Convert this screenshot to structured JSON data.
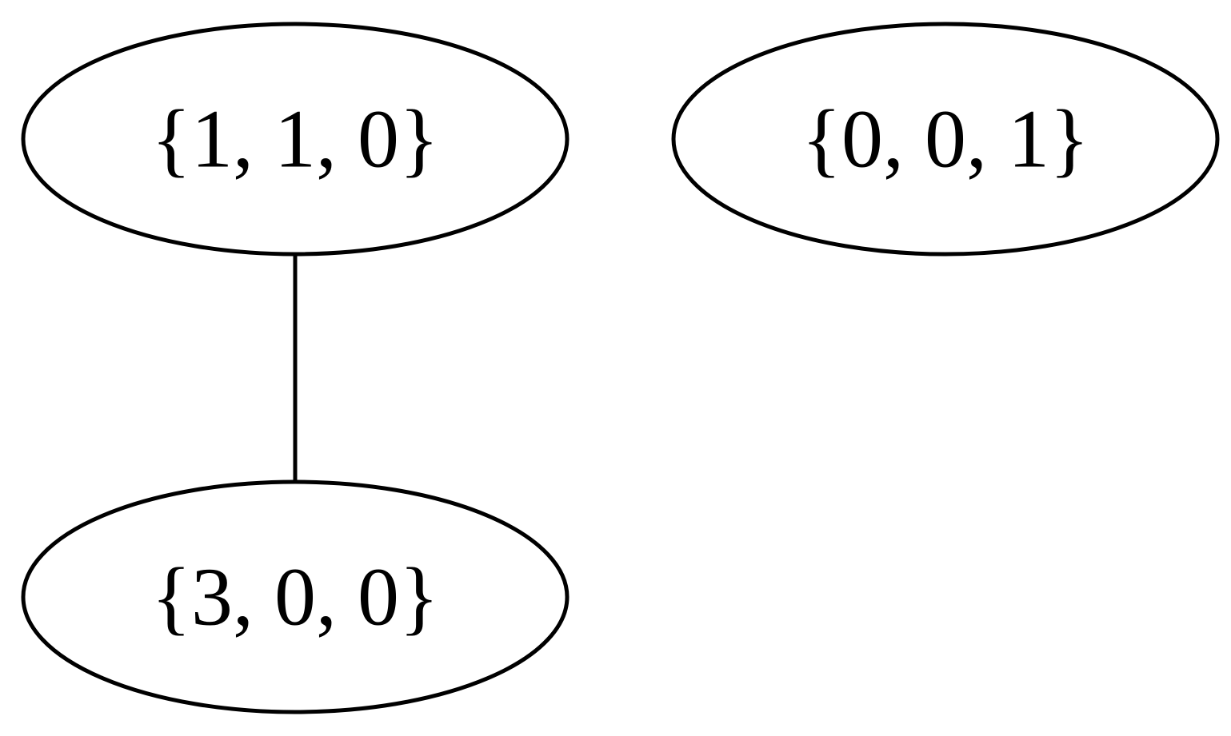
{
  "diagram": {
    "nodes": [
      {
        "id": "n110",
        "label": "{1, 1, 0}"
      },
      {
        "id": "n001",
        "label": "{0, 0, 1}"
      },
      {
        "id": "n300",
        "label": "{3, 0, 0}"
      }
    ],
    "edges": [
      {
        "from": "n110",
        "to": "n300"
      }
    ],
    "colors": {
      "stroke": "#000000",
      "fill": "#ffffff",
      "background": "#ffffff"
    }
  }
}
